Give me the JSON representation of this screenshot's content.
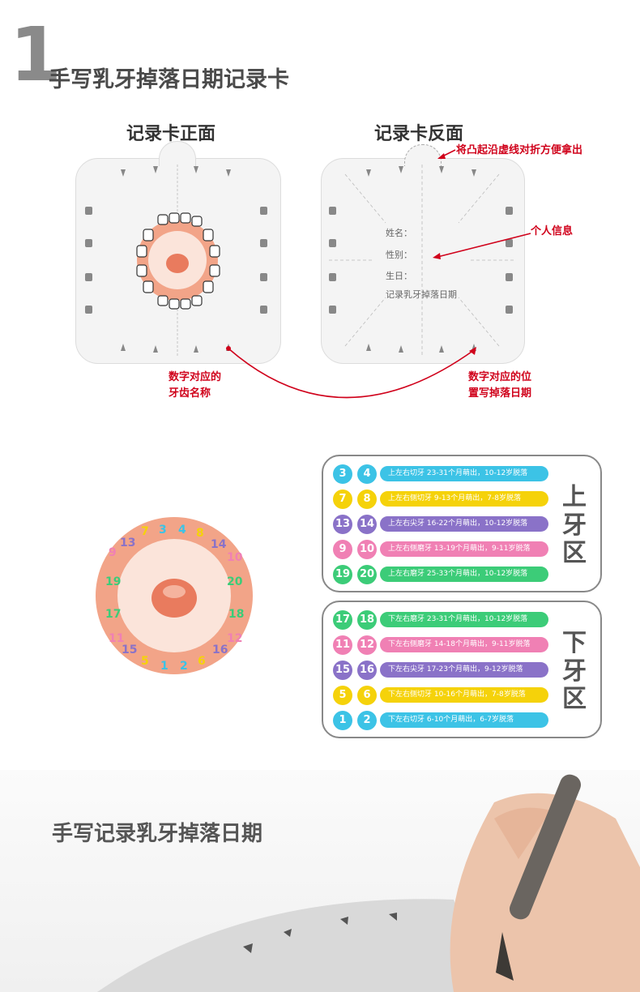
{
  "header": {
    "step_number": "1",
    "title": "手写乳牙掉落日期记录卡"
  },
  "front_card": {
    "title": "记录卡正面"
  },
  "back_card": {
    "title": "记录卡反面",
    "fields": [
      "姓名：",
      "性别：",
      "生日："
    ],
    "caption": "记录乳牙掉落日期"
  },
  "annotations": {
    "fold_tip": "将凸起沿虚线对折方便拿出",
    "personal_info": "个人信息",
    "front_number": [
      "数字对应的",
      "牙齿名称"
    ],
    "back_number": [
      "数字对应的位",
      "置写掉落日期"
    ]
  },
  "tooth_numbers_upper": [
    "9",
    "13",
    "7",
    "3",
    "4",
    "8",
    "14",
    "10",
    "19",
    "20"
  ],
  "tooth_numbers_lower": [
    "17",
    "11",
    "15",
    "5",
    "1",
    "2",
    "6",
    "16",
    "12",
    "18"
  ],
  "upper_zone": {
    "label": [
      "上",
      "牙",
      "区"
    ],
    "rows": [
      {
        "n1": "3",
        "n2": "4",
        "text": "上左右切牙 23-31个月萌出，10-12岁脱落",
        "color": "#3cc3e6"
      },
      {
        "n1": "7",
        "n2": "8",
        "text": "上左右侧切牙 9-13个月萌出，7-8岁脱落",
        "color": "#f5d20a"
      },
      {
        "n1": "13",
        "n2": "14",
        "text": "上左右尖牙 16-22个月萌出，10-12岁脱落",
        "color": "#8a72c8"
      },
      {
        "n1": "9",
        "n2": "10",
        "text": "上左右侧磨牙 13-19个月萌出，9-11岁脱落",
        "color": "#f080b4"
      },
      {
        "n1": "19",
        "n2": "20",
        "text": "上左右磨牙 25-33个月萌出，10-12岁脱落",
        "color": "#3ccc78"
      }
    ]
  },
  "lower_zone": {
    "label": [
      "下",
      "牙",
      "区"
    ],
    "rows": [
      {
        "n1": "17",
        "n2": "18",
        "text": "下左右磨牙 23-31个月萌出，10-12岁脱落",
        "color": "#3ccc78"
      },
      {
        "n1": "11",
        "n2": "12",
        "text": "下左右侧磨牙 14-18个月萌出，9-11岁脱落",
        "color": "#f080b4"
      },
      {
        "n1": "15",
        "n2": "16",
        "text": "下左右尖牙 17-23个月萌出，9-12岁脱落",
        "color": "#8a72c8"
      },
      {
        "n1": "5",
        "n2": "6",
        "text": "下左右侧切牙 10-16个月萌出，7-8岁脱落",
        "color": "#f5d20a"
      },
      {
        "n1": "1",
        "n2": "2",
        "text": "下左右切牙 6-10个月萌出，6-7岁脱落",
        "color": "#3cc3e6"
      }
    ]
  },
  "bottom": {
    "title": "手写记录乳牙掉落日期"
  },
  "colors": {
    "accent_red": "#d0021b",
    "gum": "#f2a488",
    "tongue": "#e97b5e"
  }
}
